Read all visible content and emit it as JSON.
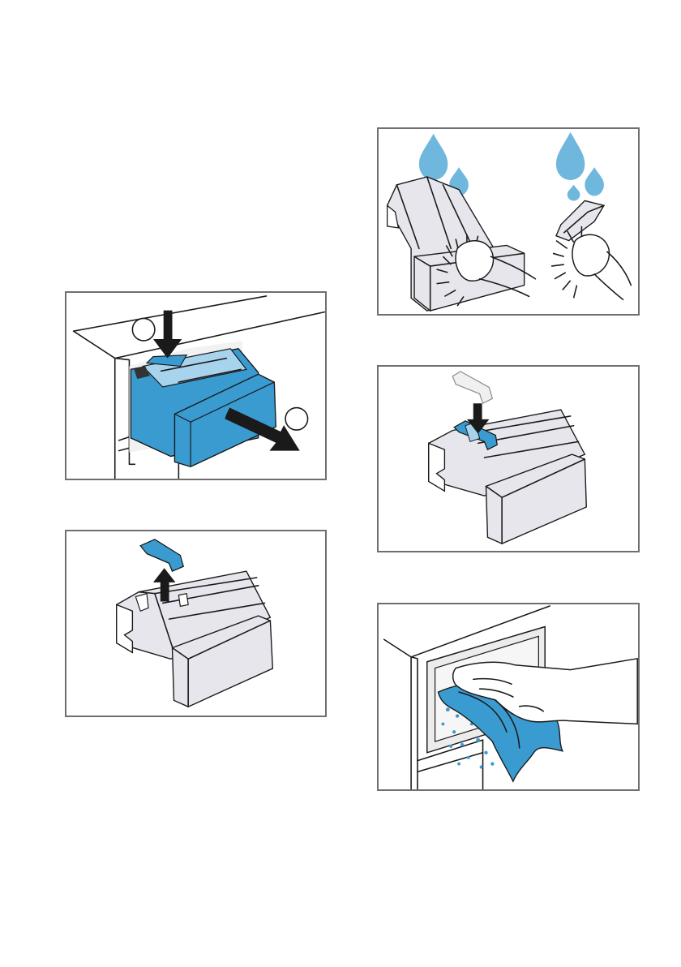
{
  "colors": {
    "accent_blue": "#3a9bd0",
    "light_blue": "#a8d3ec",
    "drop_blue": "#6fb7dd",
    "tray_grey": "#e6e6ec",
    "frame_grey": "#6f6f6f",
    "ink": "#1a1a1a"
  },
  "figures": [
    {
      "step": "remove-drawer",
      "icons": [
        "press-arrow-icon",
        "pull-arrow-icon"
      ],
      "callouts": [
        "",
        ""
      ]
    },
    {
      "step": "remove-insert",
      "icons": [
        "lift-arrow-icon"
      ]
    },
    {
      "step": "clean-drawer",
      "icons": [
        "water-drop-icon",
        "brush-icon"
      ]
    },
    {
      "step": "replace-insert",
      "icons": [
        "push-arrow-icon"
      ]
    },
    {
      "step": "wipe-recess",
      "icons": [
        "cloth-icon",
        "hand-icon"
      ]
    }
  ]
}
